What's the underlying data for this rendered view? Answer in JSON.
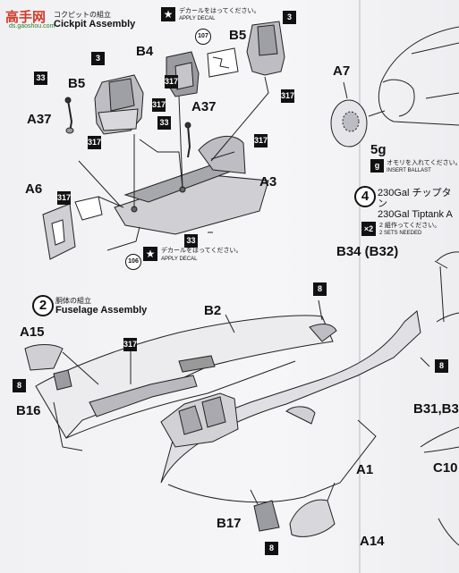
{
  "watermark": {
    "logo": "高手网",
    "url": "ds.gaoshou.com"
  },
  "sections": {
    "cockpit": {
      "title_jp": "コクピットの組立",
      "title_en": "Cickpit Assembly"
    },
    "fuselage": {
      "number": "2",
      "title_jp": "胴体の組立",
      "title_en": "Fuselage Assembly"
    },
    "tiptank": {
      "number": "4",
      "title_jp": "230Gal チップタン",
      "title_en": "230Gal Tiptank A"
    }
  },
  "notes": {
    "decal_jp": "デカールをはってください。",
    "decal_en": "APPLY DECAL",
    "ballast_jp": "オモリを入れてください。",
    "ballast_en": "INSERT BALLAST",
    "sets_jp": "2 組作ってください。",
    "sets_en": "2 SETS NEEDED",
    "sets_badge": "×2",
    "ballast_badge": "g"
  },
  "callouts": {
    "c107": "107",
    "c106": "106"
  },
  "tags": {
    "t3a": "3",
    "t3b": "3",
    "t33a": "33",
    "t33b": "33",
    "t317a": "317",
    "t317b": "317",
    "t317c": "317",
    "t317d": "317",
    "t317e": "317",
    "t317f": "317",
    "t33c": "33",
    "t8a": "8",
    "t8b": "8",
    "t8c": "8",
    "t8d": "8",
    "t317g": "317"
  },
  "parts": {
    "A37a": "A37",
    "A37b": "A37",
    "B5a": "B5",
    "B5b": "B5",
    "B4": "B4",
    "A3": "A3",
    "A6": "A6",
    "A7": "A7",
    "w5g": "5g",
    "B34": "B34 (B32)",
    "B2": "B2",
    "A15": "A15",
    "B16": "B16",
    "A1": "A1",
    "B17": "B17",
    "A14": "A14",
    "B31": "B31,B3",
    "C10": "C10"
  }
}
